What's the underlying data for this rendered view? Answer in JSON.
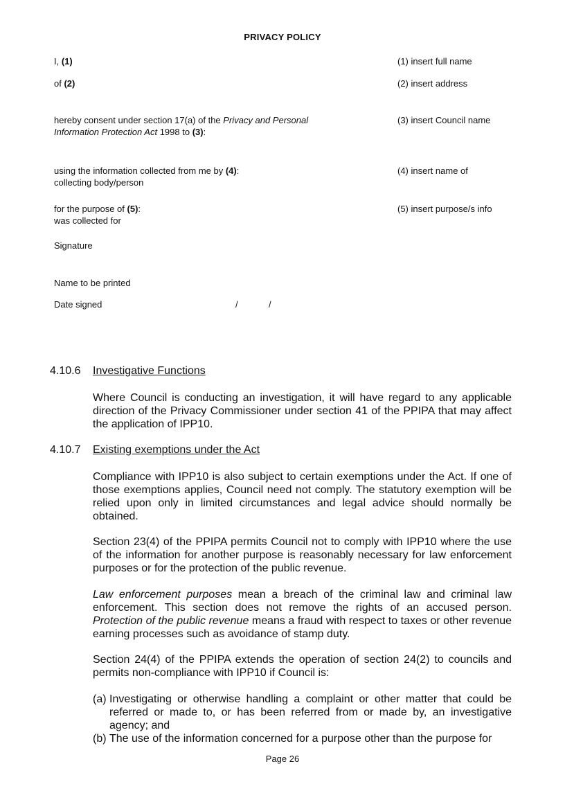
{
  "header": {
    "title": "PRIVACY POLICY"
  },
  "form": {
    "row1": {
      "prefix": "I, ",
      "ref": "(1)",
      "note": "(1) insert full name"
    },
    "row2": {
      "prefix": "of ",
      "ref": "(2)",
      "note": "(2) insert address"
    },
    "row3": {
      "text1": "hereby consent under section 17(a) of the ",
      "act_italic_1": "Privacy and Personal",
      "act_italic_2": "Information Protection Act",
      "text2": " 1998 to ",
      "ref": "(3)",
      "suffix": ":",
      "note": "(3) insert Council name"
    },
    "row4": {
      "text": "using the information collected from me by ",
      "ref": "(4)",
      "suffix": ":",
      "line2": "collecting body/person",
      "note": "(4) insert name of"
    },
    "row5": {
      "text": "for the purpose of ",
      "ref": "(5)",
      "suffix": ":",
      "line2": "was collected for",
      "note": "(5) insert purpose/s info"
    },
    "signature_label": "Signature",
    "name_label": "Name to be printed",
    "date_label": "Date signed",
    "date_sep1": "/",
    "date_sep2": "/"
  },
  "sections": [
    {
      "number": "4.10.6",
      "title": "Investigative Functions",
      "para": "Where Council is conducting an investigation, it will have regard to any applicable direction of the Privacy Commissioner under section 41 of the PPIPA that may affect the application of IPP10."
    },
    {
      "number": "4.10.7",
      "title": "Existing exemptions under the Act",
      "para1": "Compliance with IPP10 is also subject to certain exemptions under the Act. If one of those exemptions applies, Council need not comply. The statutory exemption will be relied upon only in limited circumstances and legal advice should normally be obtained.",
      "para2": "Section 23(4) of the PPIPA permits Council not to comply with IPP10 where the use of the information for another purpose is reasonably necessary for law enforcement purposes or for the protection of the public revenue.",
      "para3": {
        "term1": "Law enforcement purposes",
        "text1": " mean a breach of the criminal law and criminal law enforcement. This section does not remove the rights of an accused person. ",
        "term2": "Protection of the public revenue",
        "text2": " means a fraud with respect to taxes or other revenue earning processes such as avoidance of stamp duty."
      },
      "para4": "Section 24(4) of the PPIPA extends the operation of section 24(2) to councils and permits non-compliance with IPP10 if Council is:",
      "list": [
        {
          "label": "(a)",
          "text": "Investigating or otherwise handling a complaint or other matter that could be referred or made to, or has been referred from or made by, an investigative agency; and"
        },
        {
          "label": "(b)",
          "text": "The use of the information concerned for a purpose other than the purpose for"
        }
      ]
    }
  ],
  "footer": {
    "page": "Page 26"
  }
}
